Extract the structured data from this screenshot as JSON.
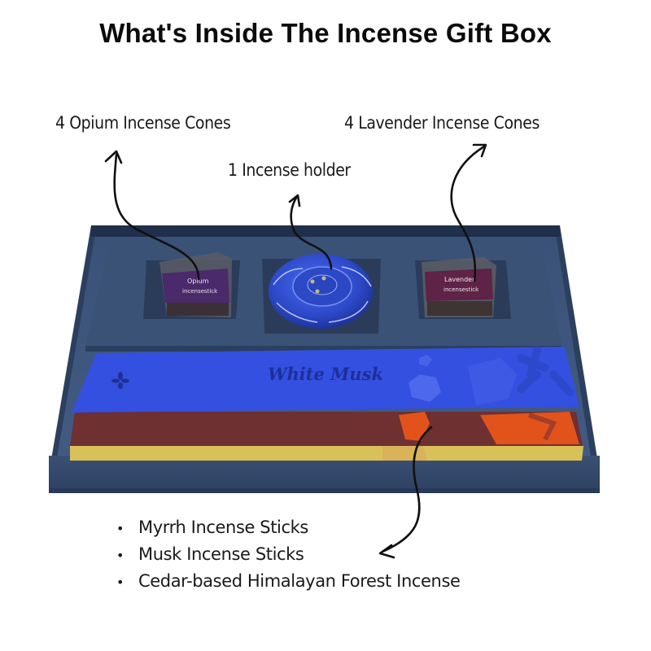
{
  "title": "What's Inside The Incense Gift Box",
  "labels": {
    "opium_cones": "4 Opium Incense Cones",
    "lavender_cones": "4 Lavender Incense Cones",
    "holder": "1  Incense holder"
  },
  "sticks_list": [
    "Myrrh Incense Sticks",
    "Musk Incense Sticks",
    "Cedar-based Himalayan Forest Incense"
  ],
  "bullet_glyph": "•",
  "box": {
    "top_package_label": "White Musk",
    "opium_pack_label": [
      "Opium",
      "incensestick"
    ],
    "lavender_pack_label": [
      "Lavender",
      "incensestick"
    ]
  },
  "colors": {
    "box_navy": "#34496a",
    "box_inner": "#3c5479",
    "holder_blue": "#2f4fd0",
    "white_musk_blue": "#3350e0",
    "maroon_pack": "#6e3030",
    "orange_accent": "#e2531c",
    "yellow_pack": "#d9c15a",
    "purple_band": "#4a2a6b",
    "lavender_band": "#5e2346"
  },
  "icons": {
    "arrows": [
      "curved-arrow-up-left",
      "curved-arrow-up-center",
      "curved-arrow-up-right",
      "curved-arrow-down-left"
    ]
  }
}
